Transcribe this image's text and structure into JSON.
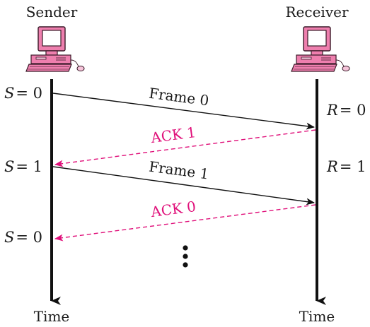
{
  "colors": {
    "line": "#111111",
    "ack": "#e0107a",
    "computer_pink": "#ee7fae",
    "computer_light": "#f6c4da",
    "screen": "#ffffff"
  },
  "sender": {
    "title": "Sender",
    "time_label": "Time",
    "states": [
      {
        "var": "S",
        "eq": "= 0"
      },
      {
        "var": "S",
        "eq": "= 1"
      },
      {
        "var": "S",
        "eq": "= 0"
      }
    ]
  },
  "receiver": {
    "title": "Receiver",
    "time_label": "Time",
    "states": [
      {
        "var": "R",
        "eq": "= 0"
      },
      {
        "var": "R",
        "eq": "= 1"
      }
    ]
  },
  "messages": [
    {
      "label": "Frame 0",
      "kind": "frame",
      "direction": "sender-to-receiver"
    },
    {
      "label": "ACK 1",
      "kind": "ack",
      "direction": "receiver-to-sender"
    },
    {
      "label": "Frame 1",
      "kind": "frame",
      "direction": "sender-to-receiver"
    },
    {
      "label": "ACK 0",
      "kind": "ack",
      "direction": "receiver-to-sender"
    }
  ],
  "continuation": "vertical-ellipsis-icon"
}
